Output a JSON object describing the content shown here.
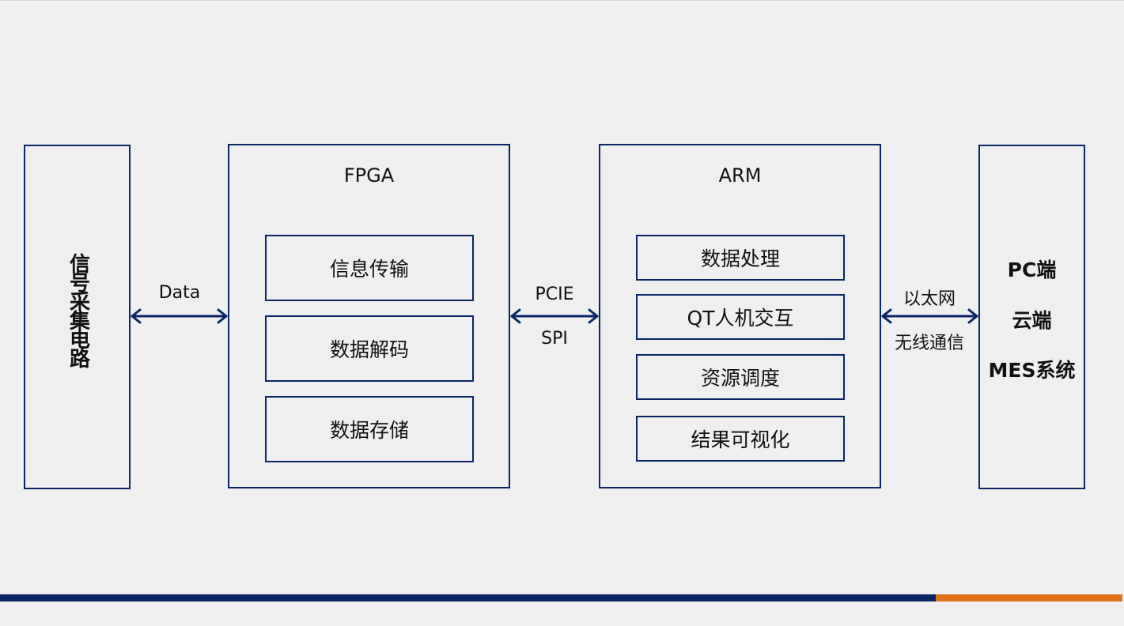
{
  "signal_box": {
    "label": "信号采集电路"
  },
  "fpga": {
    "title": "FPGA",
    "items": [
      "信息传输",
      "数据解码",
      "数据存储"
    ]
  },
  "arm": {
    "title": "ARM",
    "items": [
      "数据处理",
      "QT人机交互",
      "资源调度",
      "结果可视化"
    ]
  },
  "right_box": {
    "lines": [
      "PC端",
      "云端",
      "MES系统"
    ]
  },
  "links": {
    "signal_fpga": {
      "top": "Data"
    },
    "fpga_arm": {
      "top": "PCIE",
      "bottom": "SPI"
    },
    "arm_right": {
      "top": "以太网",
      "bottom": "无线通信"
    }
  },
  "colors": {
    "box_border": "#0a2566",
    "arrow": "#0a2566",
    "bar_blue": "#0a2566",
    "bar_orange": "#e0731a",
    "background": "#efefef"
  }
}
